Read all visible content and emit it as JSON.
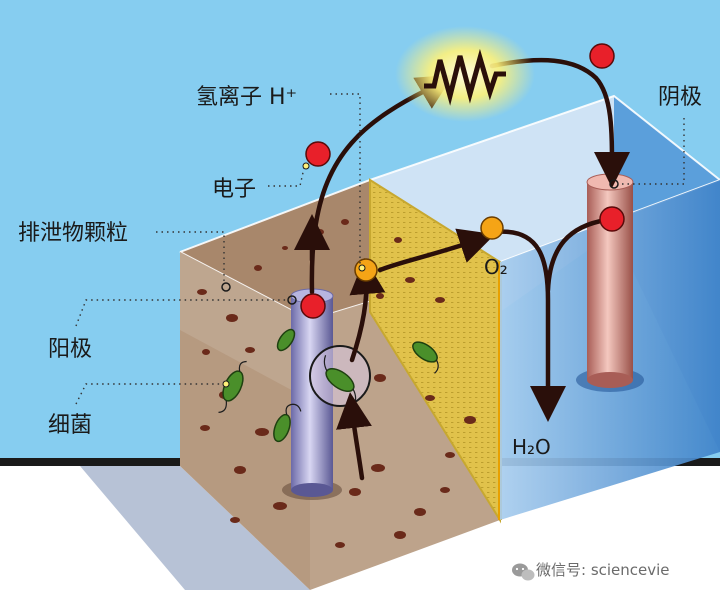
{
  "colors": {
    "sky": "#86cdf0",
    "ground_line": "#1a1a1a",
    "soil": "#b3957a",
    "soil_top": "#c4ad97",
    "membrane": "#e0c44a",
    "water": "#5c9ed8",
    "anode_rod": "#8a88c4",
    "cathode_rod": "#d7938a",
    "electron": "#e8202a",
    "proton": "#f5a416",
    "bacteria": "#4a8f2a",
    "arrow": "#2a0f0a",
    "resistor_glow": "#fff07a"
  },
  "labels": {
    "hydrogen_ion": "氢离子 H⁺",
    "electron": "电子",
    "waste_particles": "排泄物颗粒",
    "anode": "阳极",
    "bacteria": "细菌",
    "cathode": "阴极",
    "oxygen": "O₂",
    "water": "H₂O"
  },
  "watermark": {
    "text": "微信号: sciencevie",
    "icon": "wechat-icon"
  },
  "icons": {
    "resistor": "resistor-icon"
  }
}
